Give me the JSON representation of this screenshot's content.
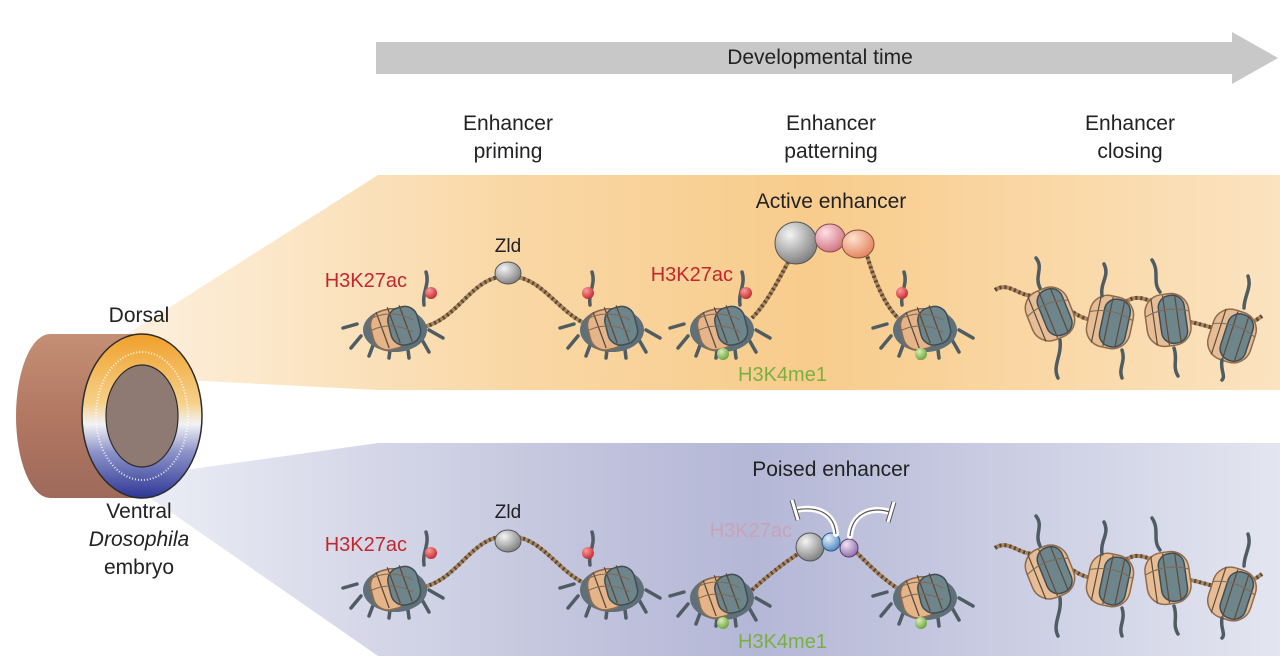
{
  "timeline": {
    "label": "Developmental time"
  },
  "stages": [
    {
      "line1": "Enhancer",
      "line2": "priming"
    },
    {
      "line1": "Enhancer",
      "line2": "patterning"
    },
    {
      "line1": "Enhancer",
      "line2": "closing"
    }
  ],
  "embryo": {
    "dorsal": "Dorsal",
    "ventral": "Ventral",
    "species": "Drosophila",
    "embryo_word": "embryo"
  },
  "dorsal_panel": {
    "title": "Active enhancer",
    "zld": "Zld",
    "mark_left": "H3K27ac",
    "mark_mid": "H3K27ac",
    "mark_k4": "H3K4me1"
  },
  "ventral_panel": {
    "title": "Poised enhancer",
    "zld": "Zld",
    "mark_left": "H3K27ac",
    "mark_mid": "H3K27ac",
    "mark_k4": "H3K4me1"
  },
  "colors": {
    "acetyl_red": "#c0282d",
    "methyl_green": "#7ab040",
    "faded_mark": "#c9a3b4",
    "arrow_gray": "#c8c8c8",
    "dorsal_fill": "#f6c27a",
    "ventral_fill": "#a9add2"
  }
}
